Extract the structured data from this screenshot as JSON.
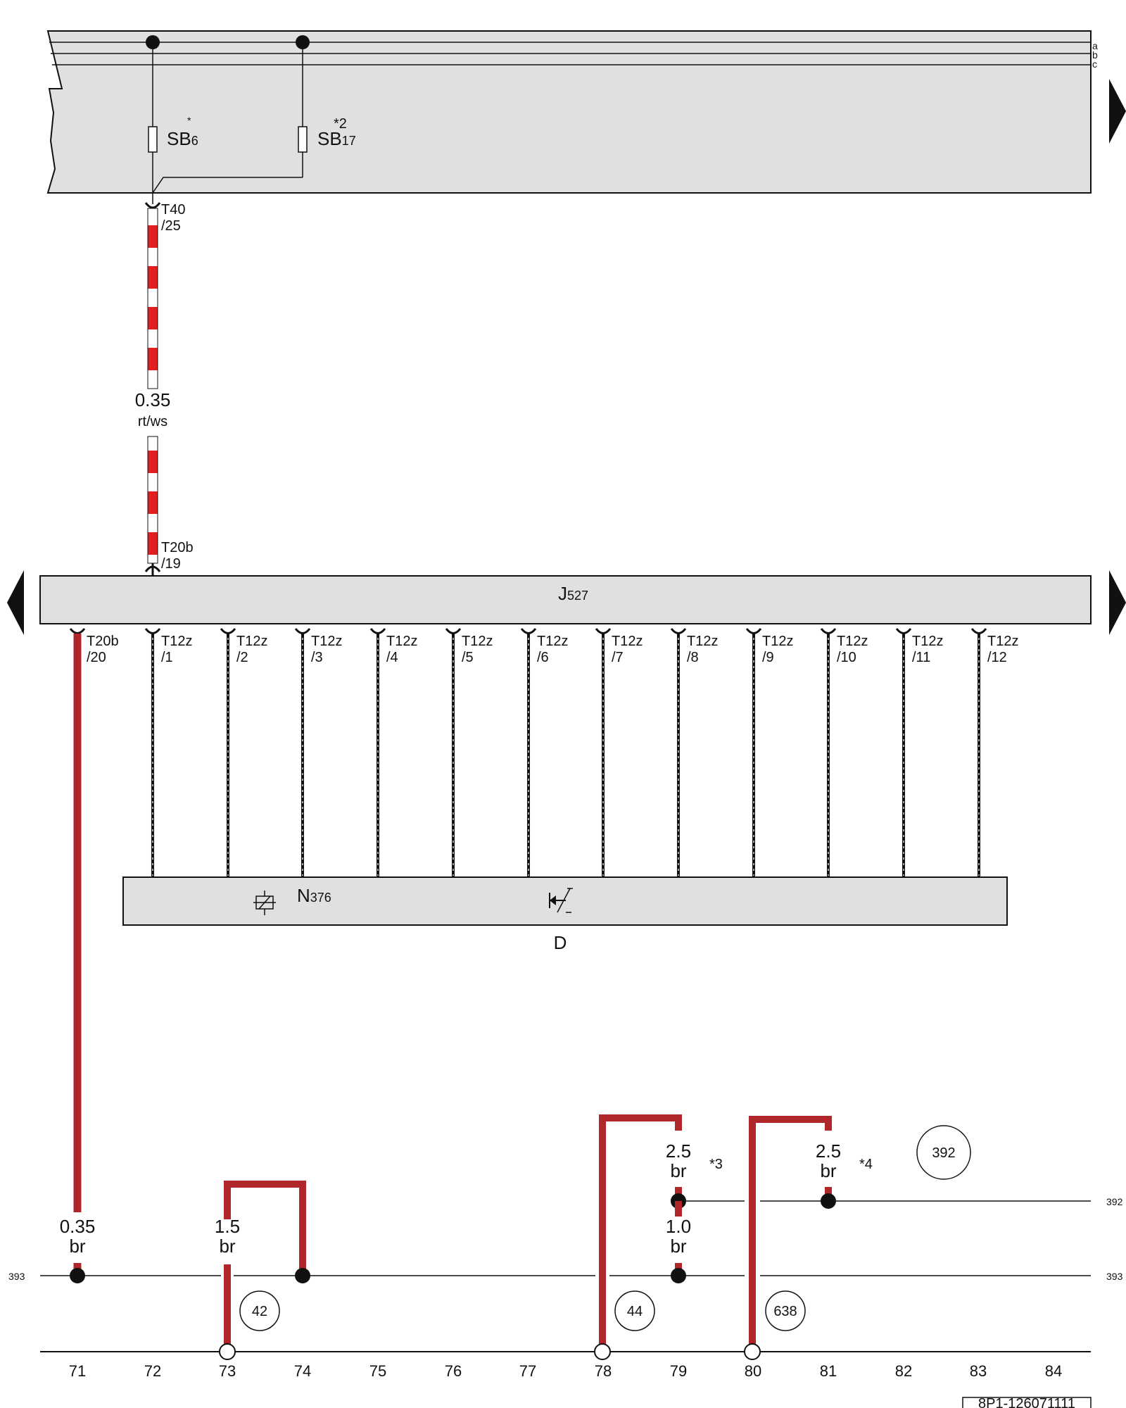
{
  "fuse_box": {
    "rails": [
      "a",
      "b",
      "c"
    ],
    "fuses": [
      {
        "id": "SB6",
        "name": "SB",
        "sub": "6",
        "note": "*"
      },
      {
        "id": "SB17",
        "name": "SB",
        "sub": "17",
        "note": "*2"
      }
    ]
  },
  "connectors": {
    "t40": {
      "line1": "T40",
      "line2": "/25"
    },
    "t20b_19": {
      "line1": "T20b",
      "line2": "/19"
    },
    "t20b_20": {
      "line1": "T20b",
      "line2": "/20"
    },
    "t12z": [
      {
        "line1": "T12z",
        "line2": "/1"
      },
      {
        "line1": "T12z",
        "line2": "/2"
      },
      {
        "line1": "T12z",
        "line2": "/3"
      },
      {
        "line1": "T12z",
        "line2": "/4"
      },
      {
        "line1": "T12z",
        "line2": "/5"
      },
      {
        "line1": "T12z",
        "line2": "/6"
      },
      {
        "line1": "T12z",
        "line2": "/7"
      },
      {
        "line1": "T12z",
        "line2": "/8"
      },
      {
        "line1": "T12z",
        "line2": "/9"
      },
      {
        "line1": "T12z",
        "line2": "/10"
      },
      {
        "line1": "T12z",
        "line2": "/11"
      },
      {
        "line1": "T12z",
        "line2": "/12"
      }
    ]
  },
  "modules": {
    "j527": {
      "name": "J",
      "sub": "527"
    },
    "n376": {
      "name": "N",
      "sub": "376"
    },
    "d": {
      "name": "D"
    }
  },
  "wires": {
    "w_fuse_to_j527": {
      "size": "0.35",
      "color": "rt/ws"
    },
    "w_j527_ground": {
      "size": "0.35",
      "color": "br"
    },
    "w_73_74": {
      "size": "1.5",
      "color": "br"
    },
    "w_78_79_top": {
      "size": "2.5",
      "color": "br",
      "note": "*3"
    },
    "w_79_mid": {
      "size": "1.0",
      "color": "br"
    },
    "w_80_81_top": {
      "size": "2.5",
      "color": "br",
      "note": "*4"
    }
  },
  "ground_points": [
    "42",
    "44",
    "638",
    "392"
  ],
  "bus_labels": {
    "left_393": "393",
    "right_393": "393",
    "right_392": "392"
  },
  "grid_numbers": [
    "71",
    "72",
    "73",
    "74",
    "75",
    "76",
    "77",
    "78",
    "79",
    "80",
    "81",
    "82",
    "83",
    "84"
  ],
  "doc_id": "8P1-126071111",
  "colors": {
    "panel_fill": "#e0e0e0",
    "wire_brown": "#b0272b",
    "wire_red": "#e02020",
    "line": "#111111"
  }
}
